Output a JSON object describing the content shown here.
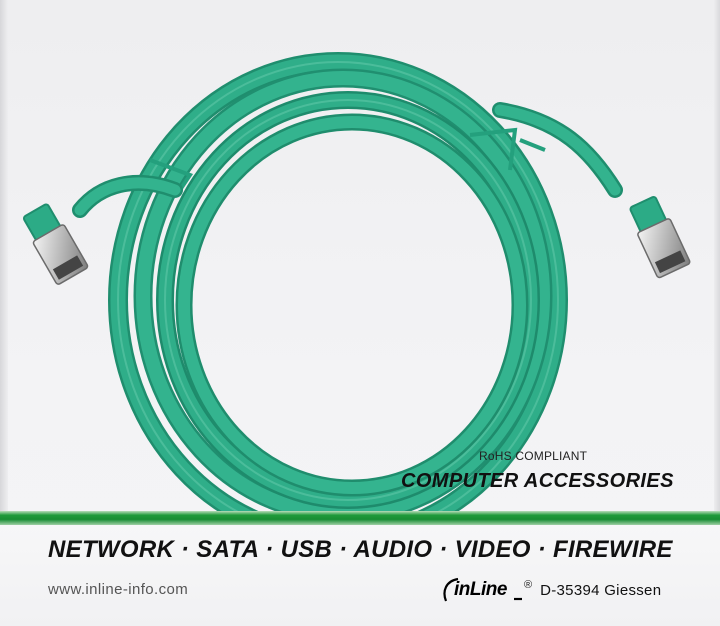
{
  "packaging": {
    "rohs": "RoHS COMPLIANT",
    "category": "COMPUTER ACCESSORIES",
    "product_line": "NETWORK · SATA · USB · AUDIO · VIDEO · FIREWIRE",
    "website": "www.inline-info.com",
    "brand": "inLine",
    "registered_mark": "®",
    "address": "D-35394 Giessen"
  },
  "colors": {
    "cable": "#2bab86",
    "stripe": "#1a9135",
    "background": "#f0f0f2"
  },
  "icons": [
    "ethernet-connector-icon",
    "inline-logo-icon"
  ]
}
